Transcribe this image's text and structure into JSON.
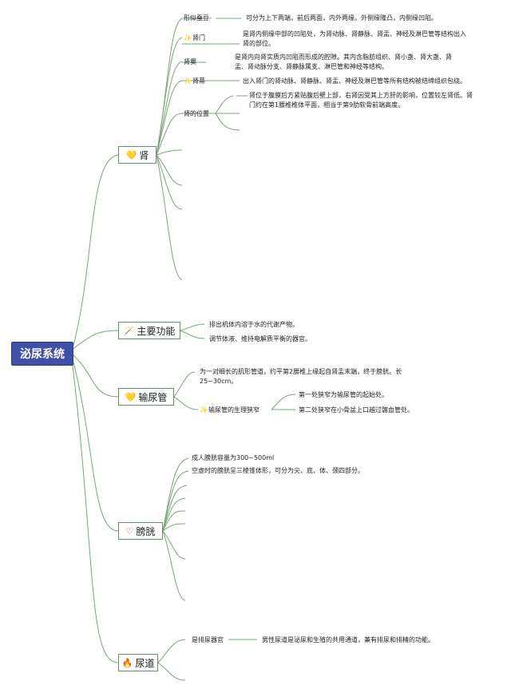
{
  "root": "泌尿系统",
  "branches": {
    "kidney": {
      "label": "肾",
      "icon": "yellow-heart-icon",
      "items": [
        {
          "label": "形似蚕豆",
          "text": "可分为上下两端，前后两面，内外两缘。外侧缘隆凸，内侧缘凹陷。"
        },
        {
          "label": "肾门",
          "spark": true,
          "text_lines": [
            "是肾内侧缘中部的凹陷处，为肾动脉、肾静脉、肾盂、神经及淋巴管等结构出入",
            "肾的部位。"
          ]
        },
        {
          "label": "肾窦",
          "text_lines": [
            "是肾内向肾实质内凹陷而形成的腔隙。其内含脂肪组织、肾小盏、肾大盏、肾",
            "盂、肾动脉分支、肾静脉属支、淋巴管和神经等结构。"
          ]
        },
        {
          "label": "肾蒂",
          "spark": true,
          "text": "出入肾门的肾动脉、肾静脉、肾盂、神经及淋巴管等所有结构被结缔组织包绕。"
        },
        {
          "label": "肾的位置",
          "text_lines": [
            "肾位于腹膜后方紧贴腹后壁上部，右肾因受其上方肝的影响，位置较左肾低。肾",
            "门约在第1腰椎椎体平面，相当于第9肋软骨前端高度。"
          ]
        }
      ]
    },
    "function": {
      "label": "主要功能",
      "icon": "magic-wand-icon",
      "items": [
        "排出机体内溶于水的代谢产物。",
        "调节体液、维持电解质平衡的器官。"
      ]
    },
    "ureter": {
      "label": "输尿管",
      "icon": "yellow-heart-icon",
      "desc_lines": [
        "为一对细长的肌形管道，约平第2腰椎上缘起自肾盂末端，终于膀胱。长",
        "25~30cm。"
      ],
      "narrow_label": "输尿管的生理狭窄",
      "narrow_items": [
        "第一处狭窄为输尿管的起始处。",
        "第二处狭窄在小骨盆上口越过髂血管处。"
      ]
    },
    "bladder": {
      "label": "膀胱",
      "icon": "heart-outline-icon",
      "items": [
        "成人膀胱容量为300~500ml",
        "空虚时的膀胱呈三棱锥体形，可分为尖、底、体、颈四部分。"
      ]
    },
    "urethra": {
      "label": "尿道",
      "icon": "fire-icon",
      "item_label": "是排尿器官",
      "item_text": "男性尿道是泌尿和生殖的共用通道，兼有排尿和排精的功能。"
    }
  },
  "colors": {
    "root_bg": "#3f51a6",
    "line": "#7aa57a",
    "node_border": "#6b8e6b"
  }
}
